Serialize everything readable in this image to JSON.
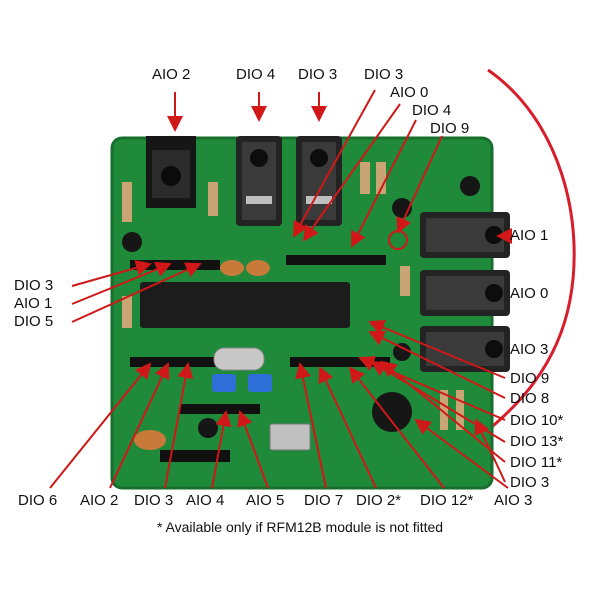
{
  "colors": {
    "board": "#1f8a3a",
    "board_edge": "#176e2d",
    "arrow": "#d01818",
    "wire": "#d81e2b",
    "ic": "#1c1c1c",
    "jack": "#2b2b2b",
    "pin_header": "#111111",
    "capacitor_blue": "#2d6fd6",
    "resistor": "#c9a574"
  },
  "icons": [
    "arrow-icon",
    "jack-icon",
    "chip-icon",
    "capacitor-icon",
    "resistor-icon",
    "crystal-icon",
    "usb-icon",
    "wire-icon"
  ],
  "labels": {
    "top": [
      "AIO 2",
      "DIO 4",
      "DIO 3",
      "DIO 3",
      "AIO 0",
      "DIO 4",
      "DIO 9"
    ],
    "left": [
      "DIO 3",
      "AIO 1",
      "DIO 5"
    ],
    "right_jacks": [
      "AIO 1",
      "AIO 0",
      "AIO 3"
    ],
    "right": [
      "DIO 9",
      "DIO 8",
      "DIO 10*",
      "DIO 13*",
      "DIO 11*",
      "DIO 3"
    ],
    "bottom": [
      "DIO 6",
      "AIO 2",
      "DIO 3",
      "AIO 4",
      "AIO 5",
      "DIO 7",
      "DIO 2*",
      "DIO 12*",
      "AIO 3"
    ]
  },
  "footnote": "* Available only if RFM12B module is not fitted"
}
